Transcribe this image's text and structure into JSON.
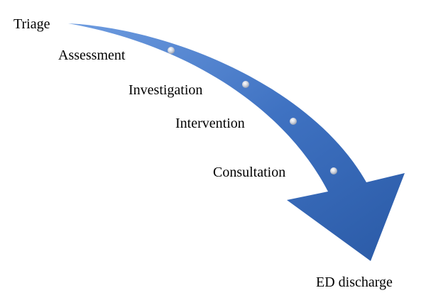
{
  "steps": {
    "start": "Triage",
    "assessment": "Assessment",
    "investigation": "Investigation",
    "intervention": "Intervention",
    "consultation": "Consultation",
    "end": "ED discharge"
  },
  "colors": {
    "arrow_light": "#5b8fd6",
    "arrow_mid": "#3f72c2",
    "arrow_dark": "#2a5aa6",
    "bead": "#c8ccd6"
  }
}
